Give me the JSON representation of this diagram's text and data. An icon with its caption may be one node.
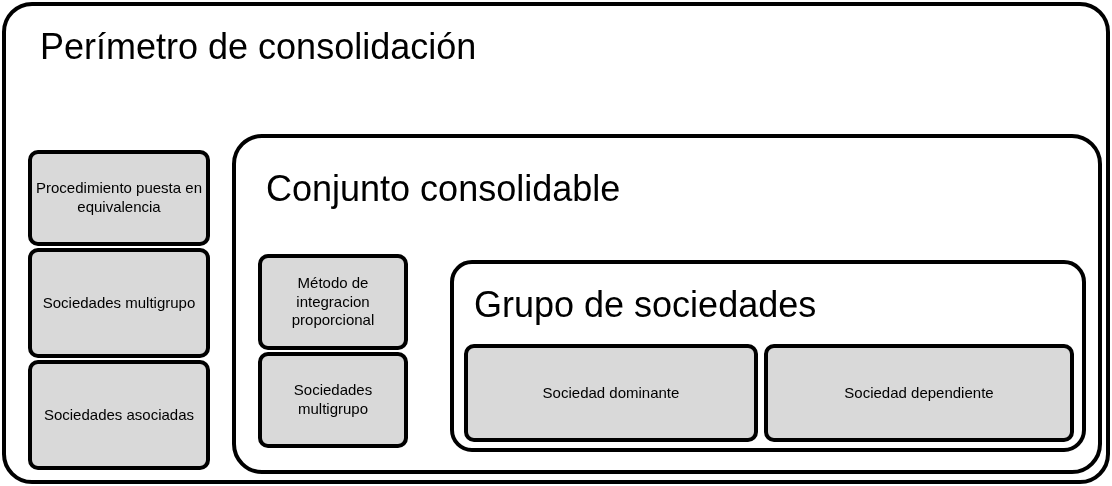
{
  "diagram": {
    "nodes": [
      {
        "text": [
          "Perímetro de consolidación"
        ]
      },
      {
        "text": [
          "Procedimiento puesta en equivalencia"
        ],
        "in": 0
      },
      {
        "text": [
          "Sociedades multigrupo"
        ],
        "in": 0
      },
      {
        "text": [
          "Sociedades asociadas"
        ],
        "in": 0
      },
      {
        "text": [
          "Conjunto consolidable"
        ],
        "in": 0
      },
      {
        "text": [
          "Método de integracion proporcional"
        ],
        "in": 4
      },
      {
        "text": [
          "Sociedades multigrupo"
        ],
        "in": 4
      },
      {
        "text": [
          "Grupo de sociedades"
        ],
        "in": 4
      },
      {
        "text": [
          "Sociedad dominante"
        ],
        "in": 7
      },
      {
        "text": [
          "Sociedad dependiente"
        ],
        "in": 7
      }
    ]
  }
}
